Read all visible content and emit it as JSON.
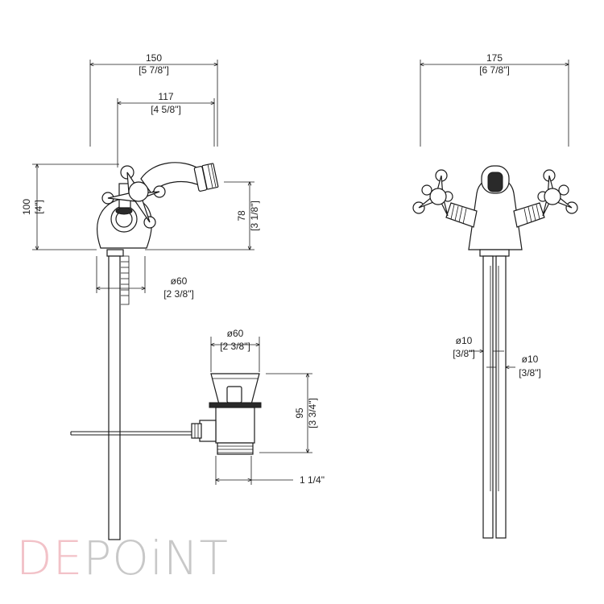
{
  "dimensions": {
    "side_width": {
      "value": "150",
      "inch": "[5 7/8\"]"
    },
    "side_reach": {
      "value": "117",
      "inch": "[4 5/8\"]"
    },
    "side_height": {
      "value": "100",
      "inch": "[4\"]"
    },
    "side_spout_height": {
      "value": "78",
      "inch": "[3 1/8\"]"
    },
    "base_diameter": {
      "value": "ø60",
      "inch": "[2 3/8\"]"
    },
    "drain_diameter": {
      "value": "ø60",
      "inch": "[2 3/8\"]"
    },
    "drain_height": {
      "value": "95",
      "inch": "[3 3/4\"]"
    },
    "drain_thread": {
      "value": "1 1/4\""
    },
    "front_width": {
      "value": "175",
      "inch": "[6 7/8\"]"
    },
    "pipe_diameter_1": {
      "value": "ø10",
      "inch": "[3/8\"]"
    },
    "pipe_diameter_2": {
      "value": "ø10",
      "inch": "[3/8\"]"
    }
  },
  "logo": {
    "part1": "DE",
    "part2": "POiNT",
    "color1": "#f2c2c8",
    "color2": "#c8c8c8"
  }
}
